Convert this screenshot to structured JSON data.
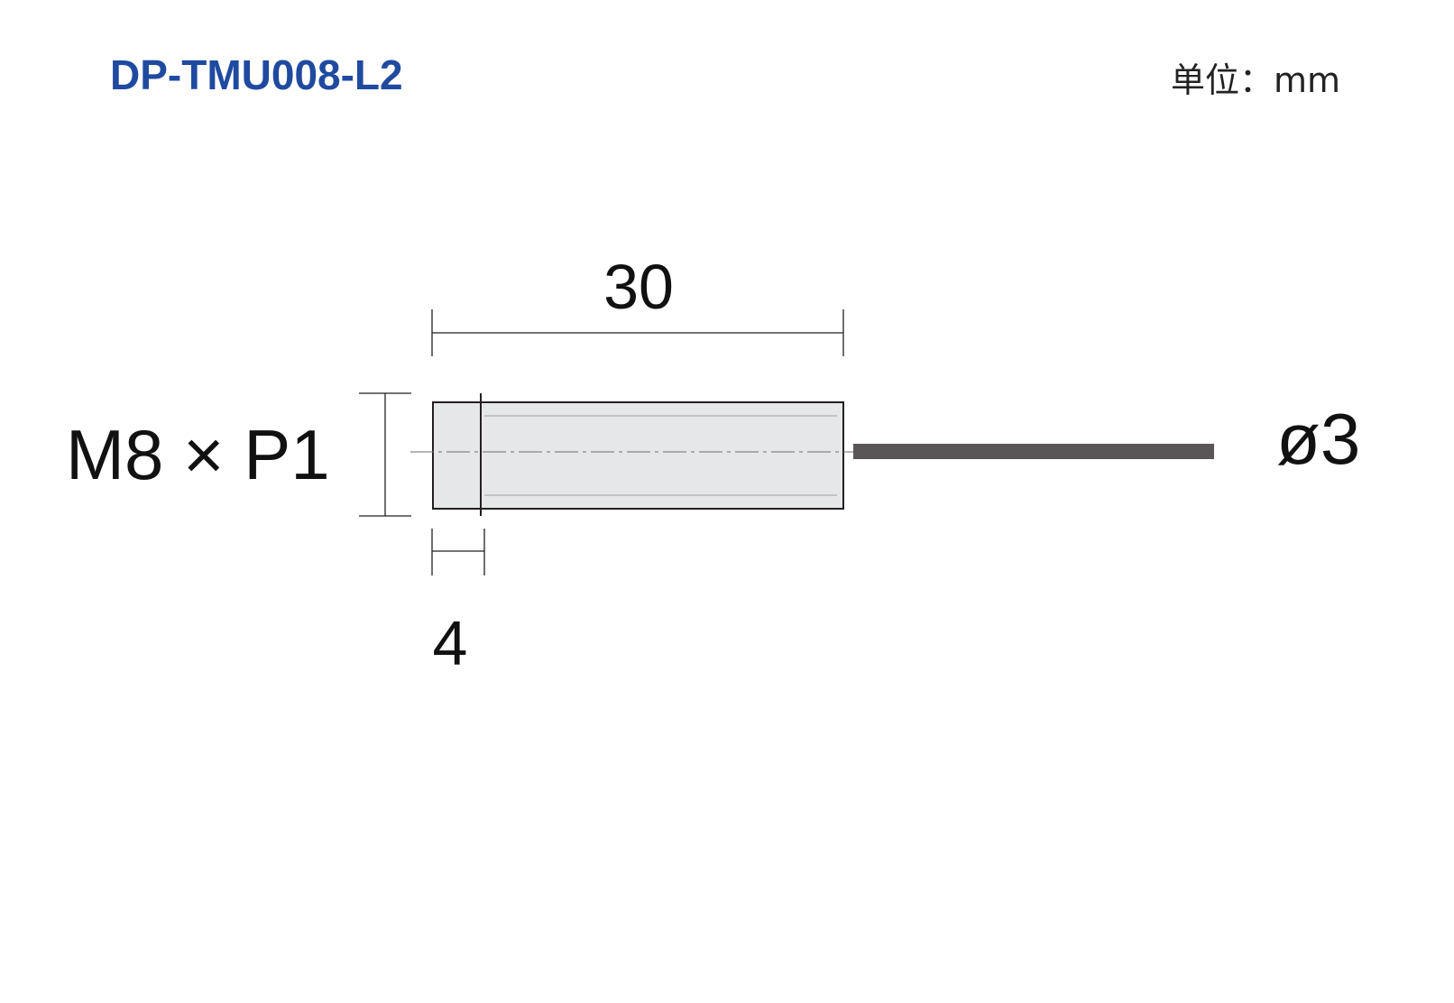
{
  "model": "DP-TMU008-L2",
  "unit": "单位：mm",
  "dimensions": {
    "length": "30",
    "thread_length": "4",
    "thread": "M8 × P1",
    "cable_diameter": "ø3"
  },
  "colors": {
    "title": "#1f4aa0",
    "body_fill": "#e6e7e8",
    "cable": "#5a5657",
    "outline": "#231f20"
  }
}
